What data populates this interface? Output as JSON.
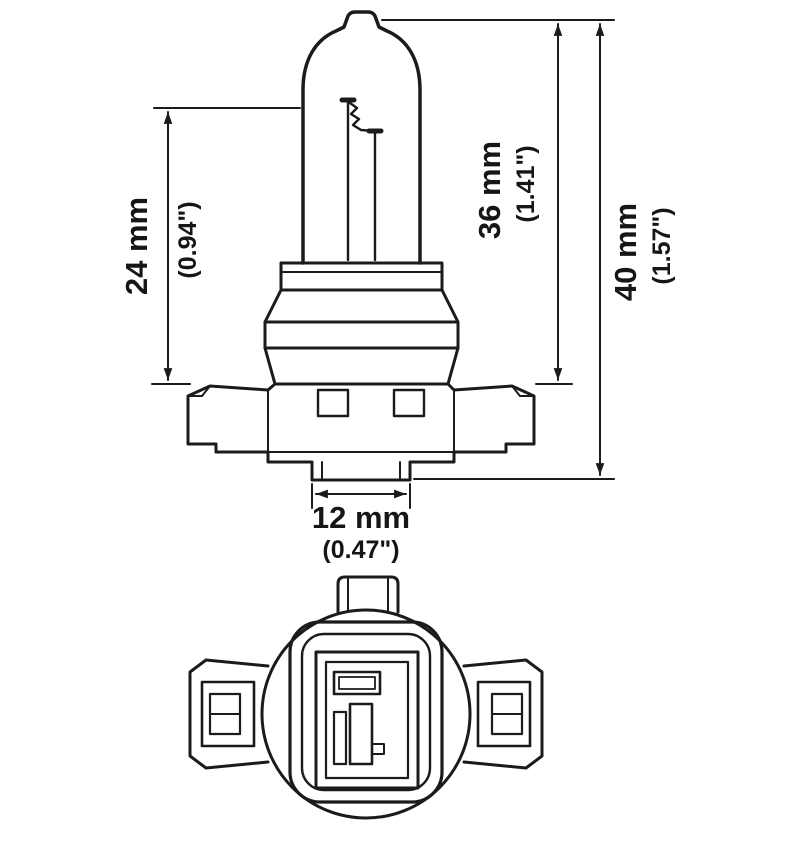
{
  "page": {
    "background": "#ffffff",
    "line_color": "#1b1b1b"
  },
  "dimensions": {
    "dim24": {
      "label": "24 mm",
      "inches": "(0.94\")"
    },
    "dim36": {
      "label": "36 mm",
      "inches": "(1.41\")"
    },
    "dim40": {
      "label": "40 mm",
      "inches": "(1.57\")"
    },
    "dim12": {
      "label": "12 mm",
      "inches": "(0.47\")"
    }
  }
}
